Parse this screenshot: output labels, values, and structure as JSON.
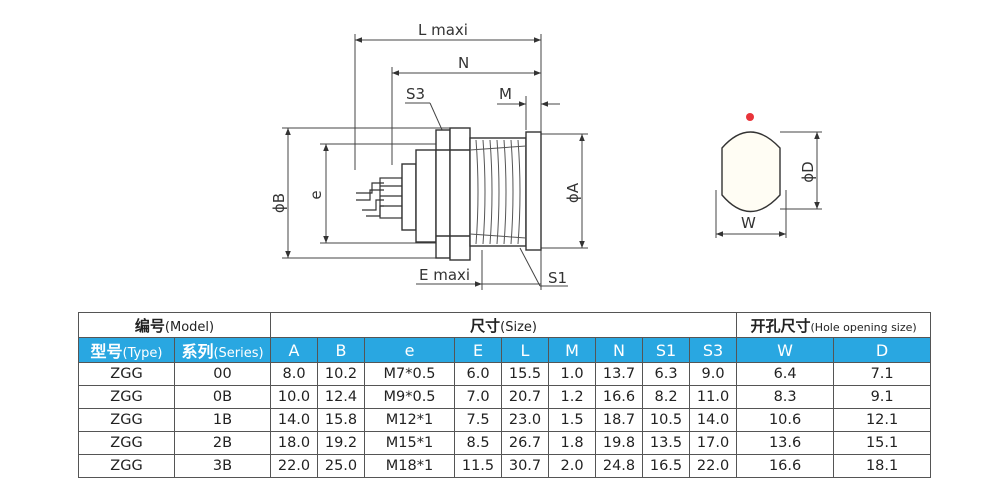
{
  "diagram": {
    "labels": {
      "L": "L maxi",
      "N": "N",
      "S3": "S3",
      "M": "M",
      "B": "ϕB",
      "e": "e",
      "A": "ϕA",
      "E": "E maxi",
      "S1": "S1",
      "D": "ϕD",
      "W": "W"
    }
  },
  "table": {
    "group_headers": {
      "model_cn": "编号",
      "model_en": "(Model)",
      "size_cn": "尺寸",
      "size_en": "(Size)",
      "hole_cn": "开孔尺寸",
      "hole_en": "(Hole opening size)"
    },
    "columns": {
      "type_cn": "型号",
      "type_en": "(Type)",
      "series_cn": "系列",
      "series_en": "(Series)",
      "dims": [
        "A",
        "B",
        "e",
        "E",
        "L",
        "M",
        "N",
        "S1",
        "S3",
        "W",
        "D"
      ]
    },
    "rows": [
      [
        "ZGG",
        "00",
        "8.0",
        "10.2",
        "M7*0.5",
        "6.0",
        "15.5",
        "1.0",
        "13.7",
        "6.3",
        "9.0",
        "6.4",
        "7.1"
      ],
      [
        "ZGG",
        "0B",
        "10.0",
        "12.4",
        "M9*0.5",
        "7.0",
        "20.7",
        "1.2",
        "16.6",
        "8.2",
        "11.0",
        "8.3",
        "9.1"
      ],
      [
        "ZGG",
        "1B",
        "14.0",
        "15.8",
        "M12*1",
        "7.5",
        "23.0",
        "1.5",
        "18.7",
        "10.5",
        "14.0",
        "10.6",
        "12.1"
      ],
      [
        "ZGG",
        "2B",
        "18.0",
        "19.2",
        "M15*1",
        "8.5",
        "26.7",
        "1.8",
        "19.8",
        "13.5",
        "17.0",
        "13.6",
        "15.1"
      ],
      [
        "ZGG",
        "3B",
        "22.0",
        "25.0",
        "M18*1",
        "11.5",
        "30.7",
        "2.0",
        "24.8",
        "16.5",
        "22.0",
        "16.6",
        "18.1"
      ]
    ]
  },
  "colors": {
    "header_bg": "#29a7e1",
    "marker": "#e8343a"
  }
}
